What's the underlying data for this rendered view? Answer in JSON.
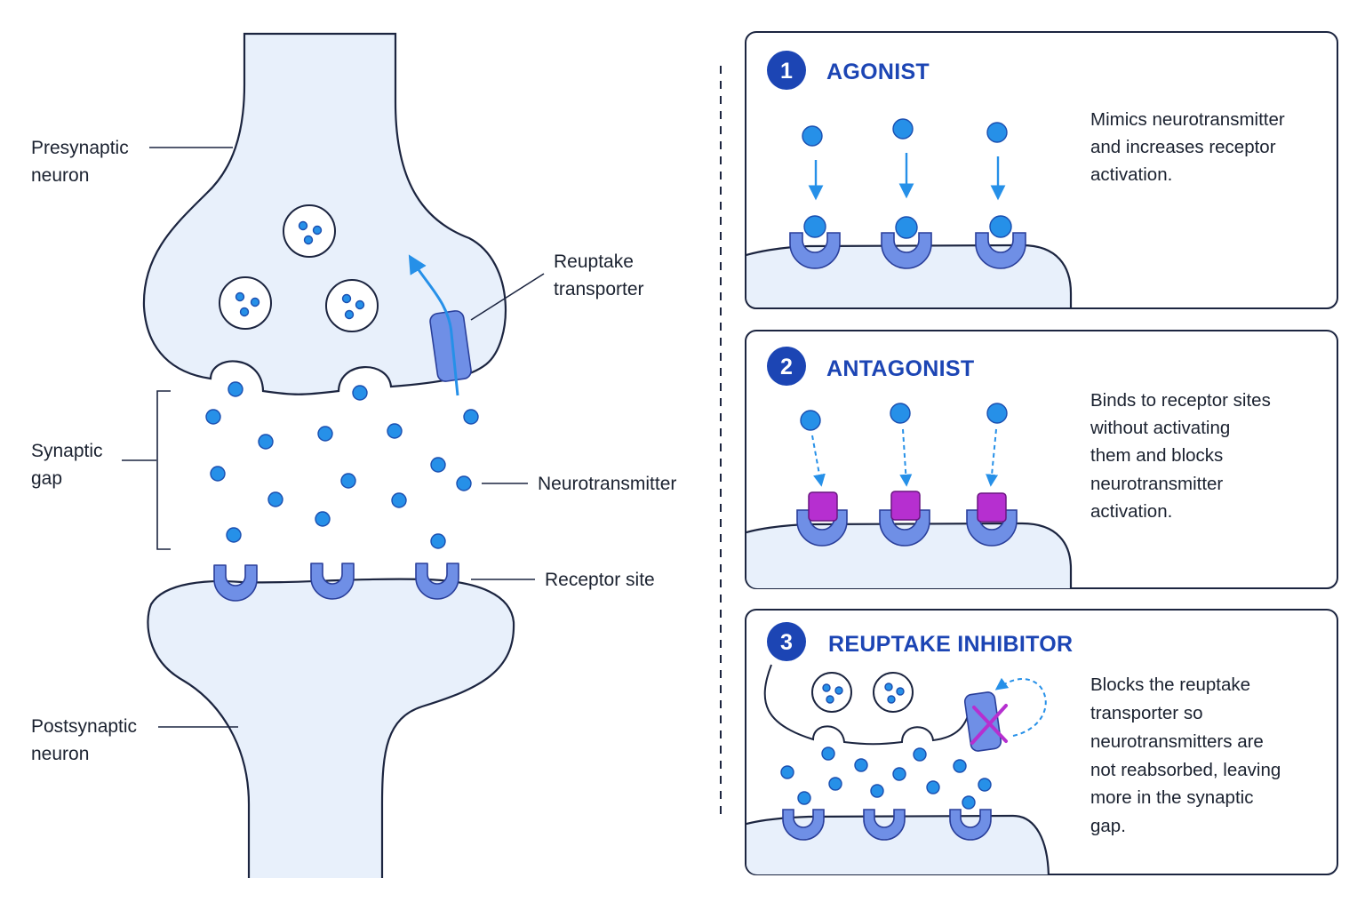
{
  "labels": {
    "presynaptic": [
      "Presynaptic",
      "neuron"
    ],
    "reuptake_transporter": [
      "Reuptake",
      "transporter"
    ],
    "synaptic_gap": [
      "Synaptic",
      "gap"
    ],
    "neurotransmitter": "Neurotransmitter",
    "receptor_site": "Receptor site",
    "postsynaptic": [
      "Postsynaptic",
      "neuron"
    ]
  },
  "panels": [
    {
      "number": "1",
      "title": "AGONIST",
      "description": [
        "Mimics neurotransmitter",
        "and increases receptor",
        "activation."
      ]
    },
    {
      "number": "2",
      "title": "ANTAGONIST",
      "description": [
        "Binds to receptor sites",
        "without activating",
        "them and blocks",
        "neurotransmitter",
        "activation."
      ]
    },
    {
      "number": "3",
      "title": "REUPTAKE INHIBITOR",
      "description": [
        "Blocks the reuptake",
        "transporter so",
        "neurotransmitters are",
        "not reabsorbed, leaving",
        "more in the synaptic",
        "gap."
      ]
    }
  ],
  "colors": {
    "neuron_fill": "#e8f0fb",
    "outline": "#1c2540",
    "neurotransmitter": "#2690e8",
    "receptor": "#6f8fe6",
    "antagonist_block": "#b62fd0",
    "title_blue": "#1c45b4",
    "badge": "#1c45b4",
    "arrow": "#2690e8"
  }
}
